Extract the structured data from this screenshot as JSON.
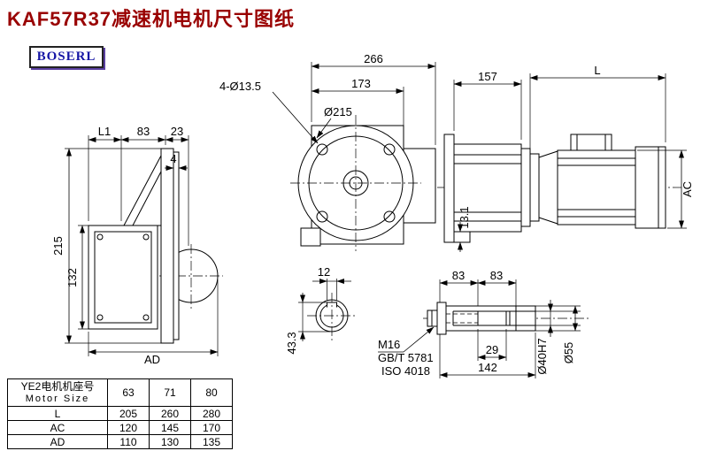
{
  "colors": {
    "title": "#990000",
    "brand_text": "#1515A5",
    "drawing_line": "#000000"
  },
  "page": {
    "title": "KAF57R37减速机电机尺寸图纸",
    "brand": "BOSERL"
  },
  "front_view": {
    "dim_total_width": "266",
    "dim_flange_width": "173",
    "dim_bolt_holes": "4-Ø13.5",
    "dim_flange_diameter": "Ø215"
  },
  "side_view": {
    "dim_gear_unit_length": "157",
    "dim_motor_length": "L",
    "dim_motor_diameter": "AC",
    "dim_foot_height": "13.1"
  },
  "left_view": {
    "dim_l1": "L1",
    "dim_83": "83",
    "dim_23": "23",
    "dim_4": "4",
    "dim_flange_height": "215",
    "dim_housing_height": "132",
    "dim_ad": "AD"
  },
  "shaft_section": {
    "dim_keyway_width": "12",
    "dim_keyway_depth": "43.3"
  },
  "shaft_detail": {
    "dim_83_left": "83",
    "dim_83_right": "83",
    "bolt_thread": "M16",
    "bolt_standard_gb": "GB/T 5781",
    "bolt_standard_iso": "ISO 4018",
    "dim_29": "29",
    "dim_142": "142",
    "dim_bore_diameter": "Ø40H7",
    "dim_outer_diameter": "Ø55"
  },
  "table": {
    "header_cn": "YE2电机机座号",
    "header_en": "Motor Size",
    "sizes": [
      "63",
      "71",
      "80"
    ],
    "rows": [
      {
        "label": "L",
        "values": [
          "205",
          "260",
          "280"
        ]
      },
      {
        "label": "AC",
        "values": [
          "120",
          "145",
          "170"
        ]
      },
      {
        "label": "AD",
        "values": [
          "110",
          "130",
          "135"
        ]
      }
    ]
  }
}
